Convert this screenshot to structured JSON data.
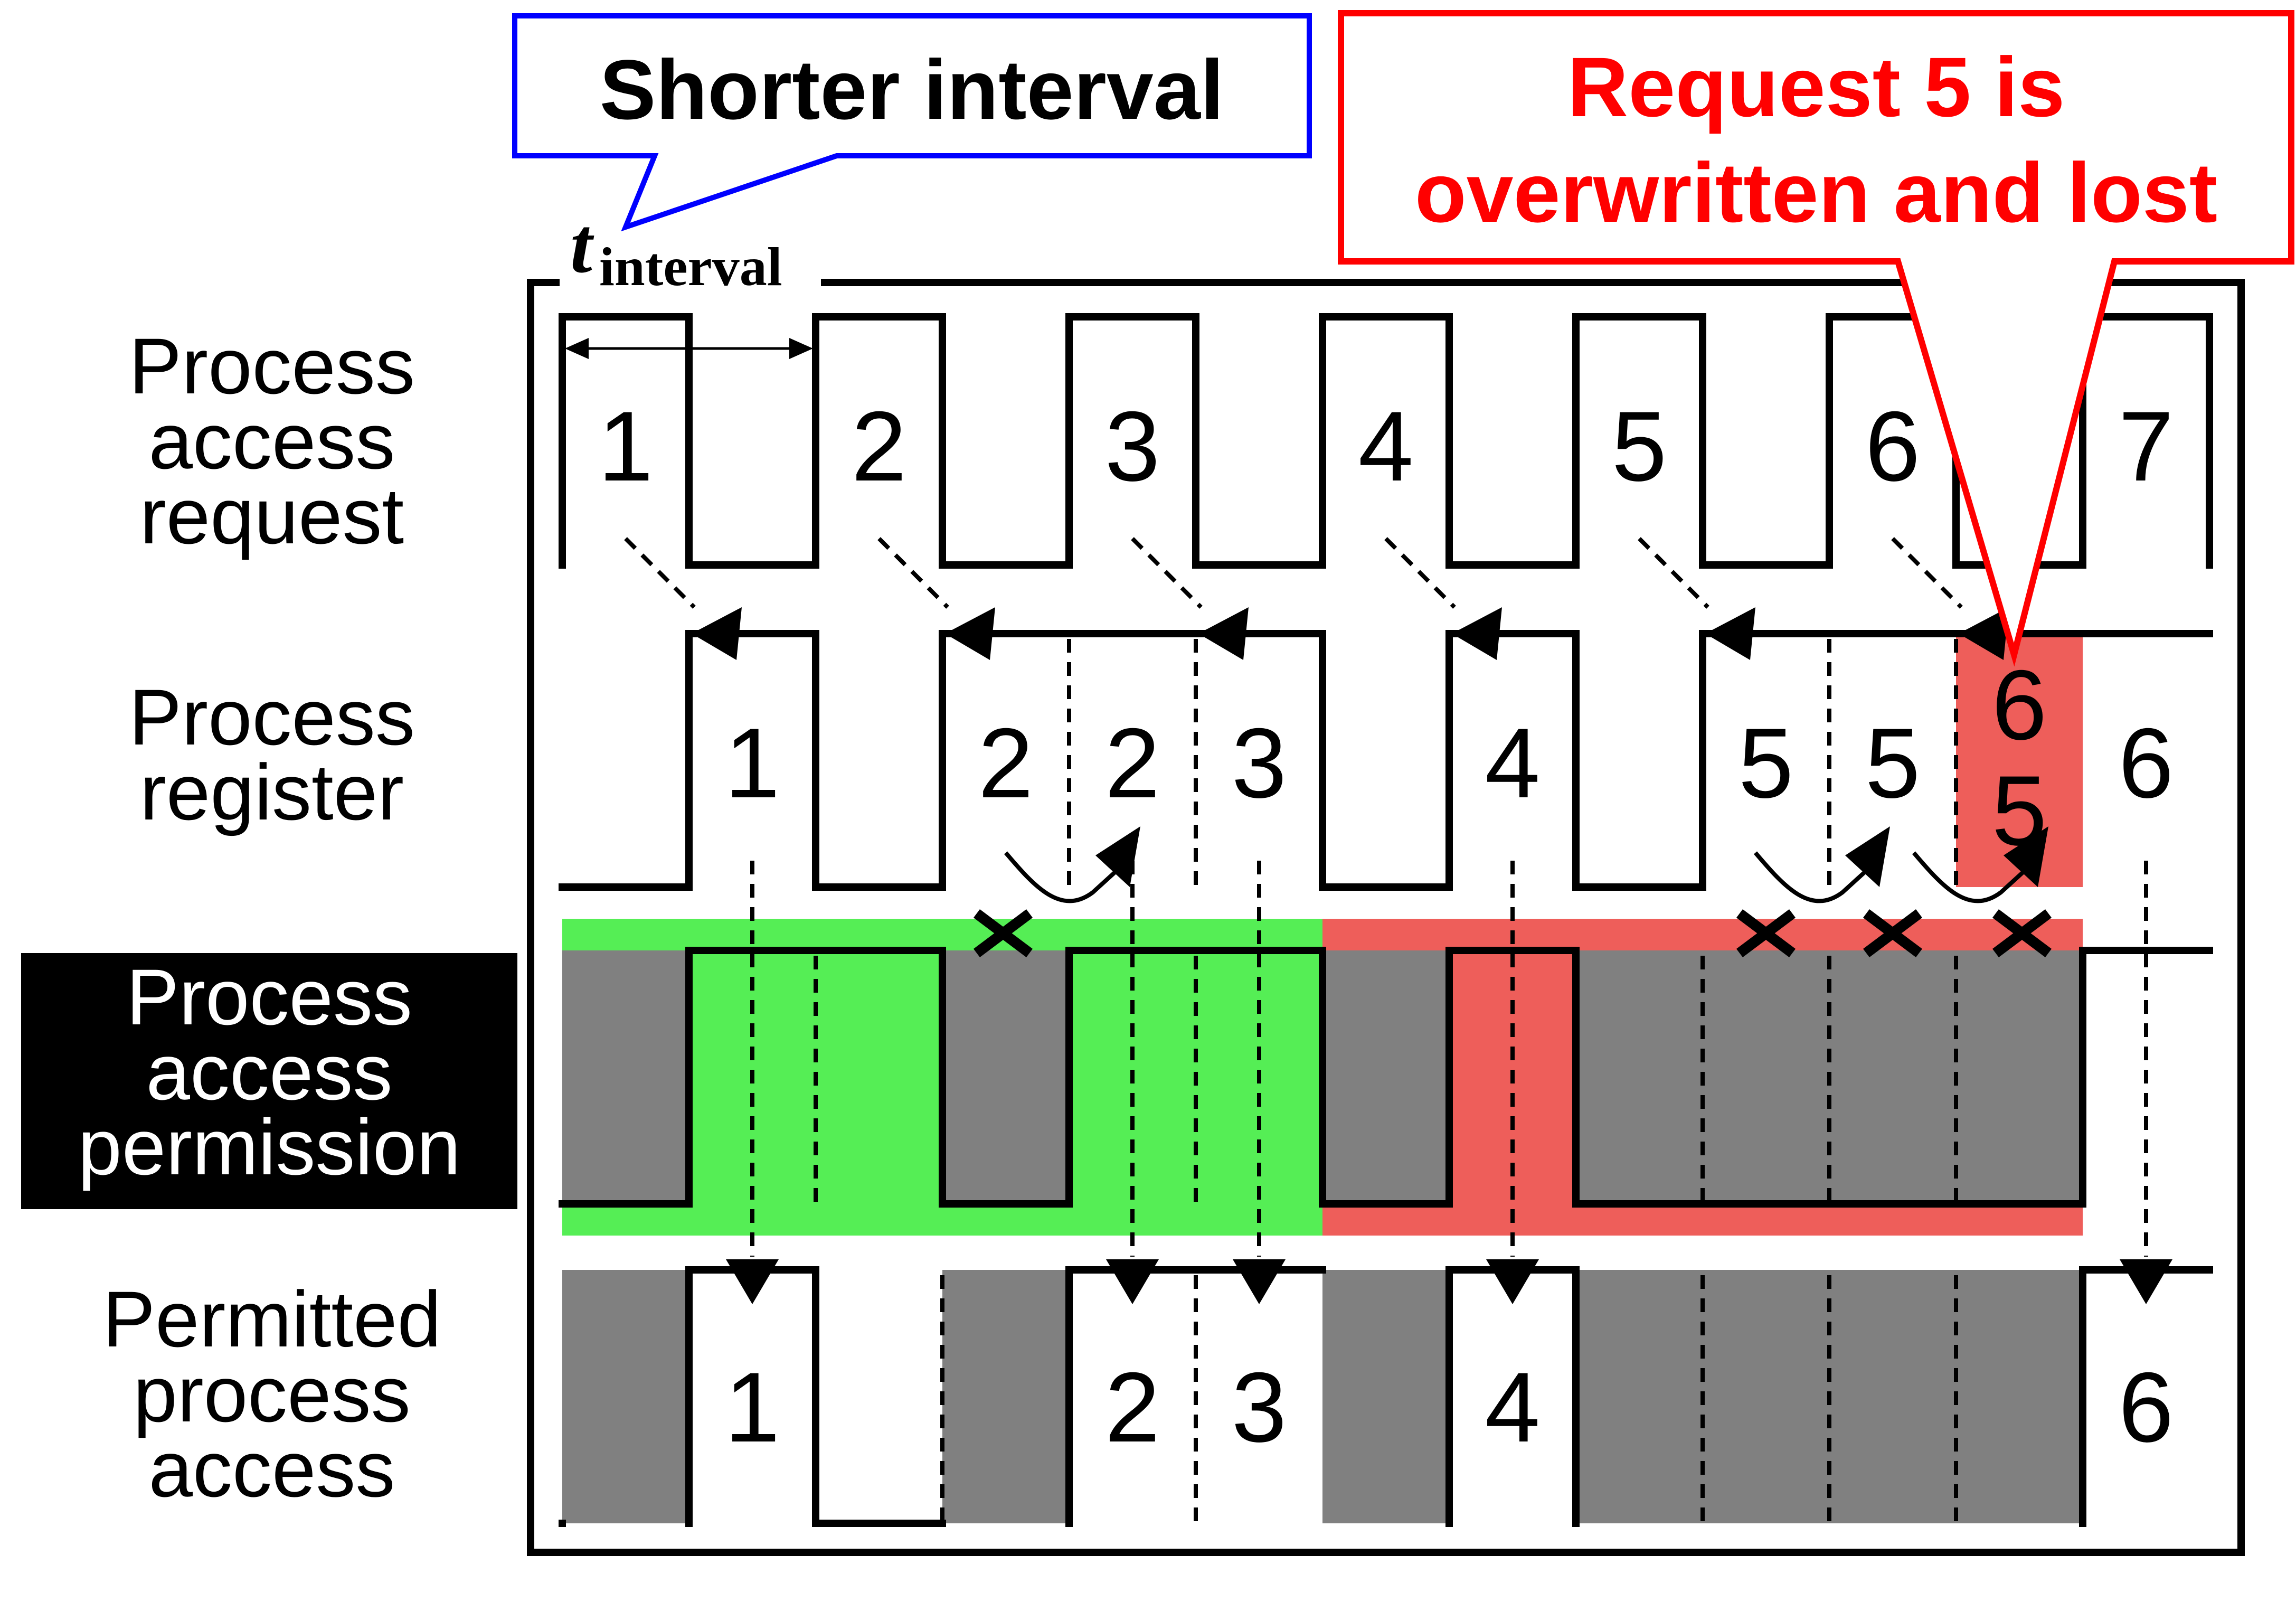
{
  "rows": {
    "request": "Process\naccess\nrequest",
    "register": "Process\nregister",
    "permission": "Process\naccess\npermission",
    "permitted": "Permitted\nprocess\naccess"
  },
  "interval_label": {
    "t": "t",
    "sub": "interval"
  },
  "callouts": {
    "shorter": "Shorter interval",
    "lost": "Request 5 is\noverwritten and lost"
  },
  "request_numbers": [
    "1",
    "2",
    "3",
    "4",
    "5",
    "6",
    "7"
  ],
  "register_numbers": [
    "1",
    "2",
    "2",
    "3",
    "4",
    "5",
    "5",
    "6",
    "5",
    "6"
  ],
  "permitted_numbers": [
    "1",
    "2",
    "3",
    "4",
    "6"
  ],
  "colors": {
    "black": "#000000",
    "gray": "#808080",
    "green": "#55ee55",
    "red_fill": "#ee5e5a",
    "callout_red": "#ff0000",
    "callout_blue": "#0000ff",
    "label_bg": "#000000",
    "label_fg": "#ffffff"
  }
}
